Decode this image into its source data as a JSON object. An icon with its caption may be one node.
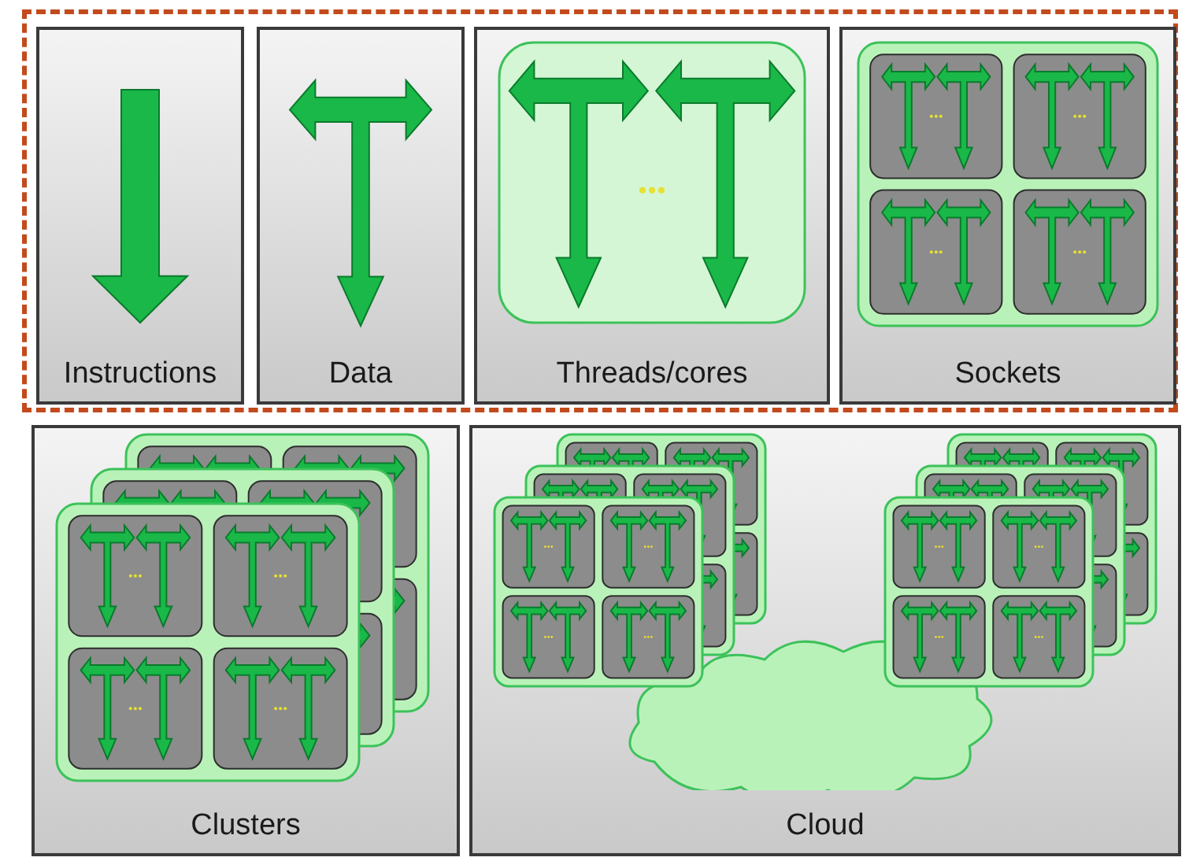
{
  "diagram": {
    "nodes": [
      {
        "text": [],
        "shape": "box"
      },
      {
        "text": [
          "Instructions"
        ],
        "in": 0
      },
      {
        "text": [
          "Data"
        ],
        "in": 0
      },
      {
        "text": [
          "Threads/cores"
        ],
        "in": 0
      },
      {
        "text": [
          "Sockets"
        ],
        "in": 0
      },
      {
        "text": [
          "Clusters"
        ]
      },
      {
        "text": [
          "Cloud"
        ]
      }
    ]
  }
}
